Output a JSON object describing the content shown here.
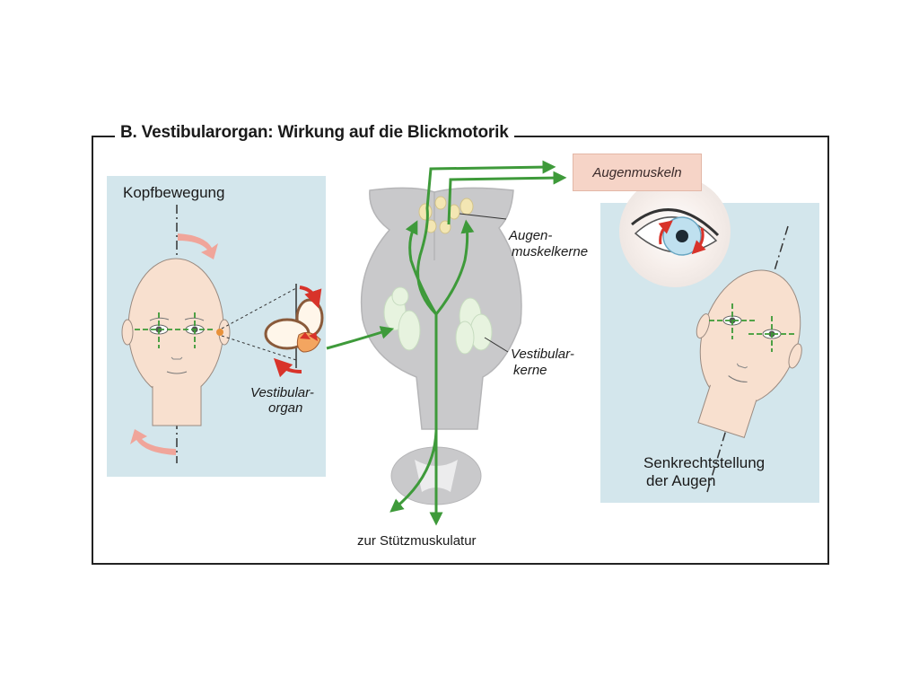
{
  "title": "B.  Vestibularorgan: Wirkung auf die Blickmotorik",
  "labels": {
    "head_movement": "Kopfbewegung",
    "vestibular_organ_line1": "Vestibular-",
    "vestibular_organ_line2": "organ",
    "eye_muscles": "Augenmuskeln",
    "eye_muscle_nuclei_line1": "Augen-",
    "eye_muscle_nuclei_line2": "muskelkerne",
    "vestibular_nuclei_line1": "Vestibular-",
    "vestibular_nuclei_line2": "kerne",
    "vertical_eyes_line1": "Senkrechtstellung",
    "vertical_eyes_line2": "der Augen",
    "support_muscles": "zur Stützmuskulatur"
  },
  "colors": {
    "frame": "#222222",
    "panel_bg": "#d3e6ec",
    "skin": "#f8e0cf",
    "pathway_green": "#3e9a3a",
    "crosshair_green": "#3b9a36",
    "rotation_arrow": "#f0a59a",
    "red_arrow": "#d8332a",
    "brainstem_gray": "#c9c9cb",
    "nuclei_green": "#e7f3df",
    "label_box": "#f6d4c7"
  }
}
